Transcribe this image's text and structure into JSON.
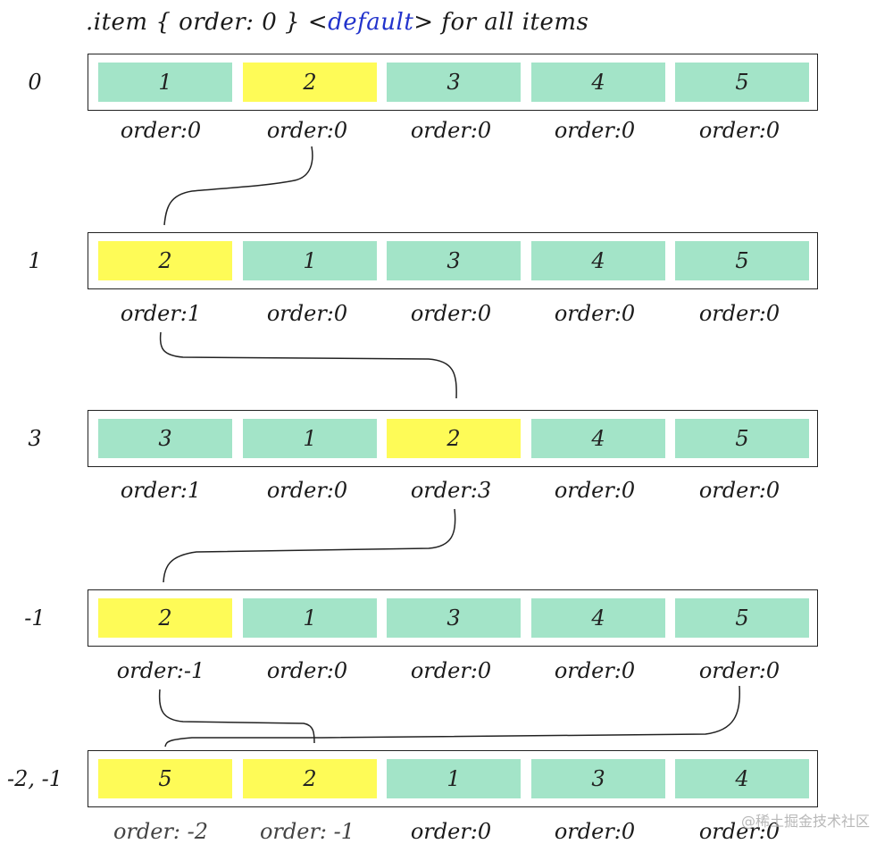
{
  "title": {
    "prefix": ".item { order: 0 } <",
    "keyword": "default",
    "suffix": "> for all items"
  },
  "colors": {
    "green": "#a3e4c8",
    "yellow": "#fefb57",
    "keyword": "#2233cc"
  },
  "rows": [
    {
      "label": "0",
      "items": [
        {
          "text": "1",
          "color": "green"
        },
        {
          "text": "2",
          "color": "yellow"
        },
        {
          "text": "3",
          "color": "green"
        },
        {
          "text": "4",
          "color": "green"
        },
        {
          "text": "5",
          "color": "green"
        }
      ],
      "orders": [
        "order:0",
        "order:0",
        "order:0",
        "order:0",
        "order:0"
      ]
    },
    {
      "label": "1",
      "items": [
        {
          "text": "2",
          "color": "yellow"
        },
        {
          "text": "1",
          "color": "green"
        },
        {
          "text": "3",
          "color": "green"
        },
        {
          "text": "4",
          "color": "green"
        },
        {
          "text": "5",
          "color": "green"
        }
      ],
      "orders": [
        "order:1",
        "order:0",
        "order:0",
        "order:0",
        "order:0"
      ]
    },
    {
      "label": "3",
      "items": [
        {
          "text": "3",
          "color": "green"
        },
        {
          "text": "1",
          "color": "green"
        },
        {
          "text": "2",
          "color": "yellow"
        },
        {
          "text": "4",
          "color": "green"
        },
        {
          "text": "5",
          "color": "green"
        }
      ],
      "orders": [
        "order:1",
        "order:0",
        "order:3",
        "order:0",
        "order:0"
      ]
    },
    {
      "label": "-1",
      "items": [
        {
          "text": "2",
          "color": "yellow"
        },
        {
          "text": "1",
          "color": "green"
        },
        {
          "text": "3",
          "color": "green"
        },
        {
          "text": "4",
          "color": "green"
        },
        {
          "text": "5",
          "color": "green"
        }
      ],
      "orders": [
        "order:-1",
        "order:0",
        "order:0",
        "order:0",
        "order:0"
      ]
    },
    {
      "label": "-2, -1",
      "items": [
        {
          "text": "5",
          "color": "yellow"
        },
        {
          "text": "2",
          "color": "yellow"
        },
        {
          "text": "1",
          "color": "green"
        },
        {
          "text": "3",
          "color": "green"
        },
        {
          "text": "4",
          "color": "green"
        }
      ],
      "orders": [
        "order: -2",
        "order: -1",
        "order:0",
        "order:0",
        "order:0"
      ]
    }
  ],
  "watermark": "@稀土掘金技术社区"
}
